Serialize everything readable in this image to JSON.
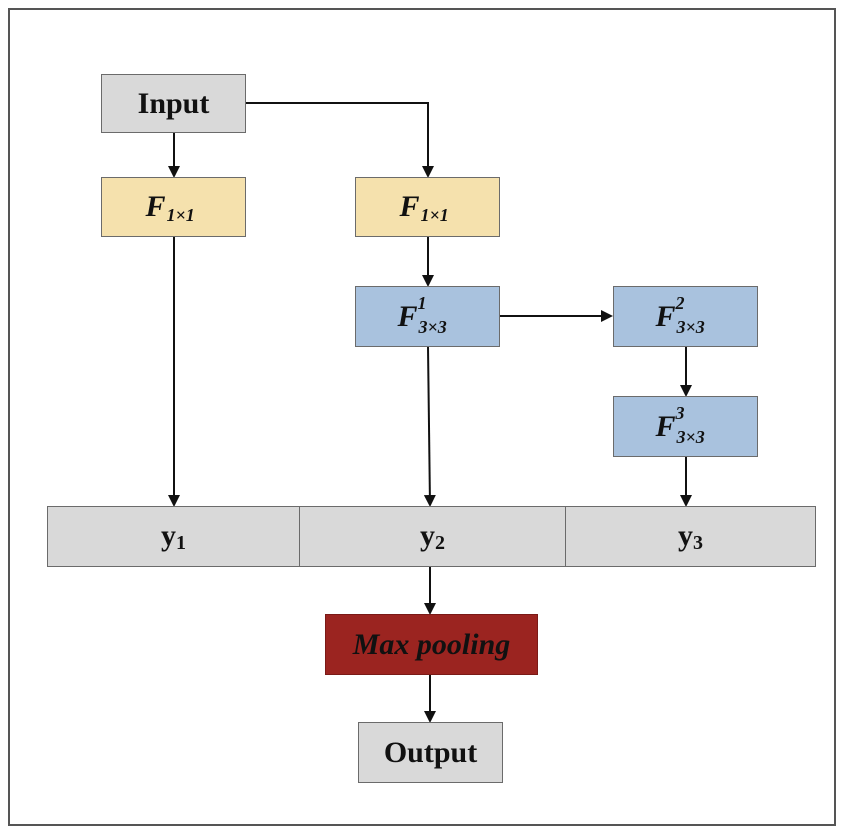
{
  "diagram": {
    "input_label": "Input",
    "branch1": {
      "conv_symbol": "F",
      "conv_subscript": "1×1"
    },
    "branch2": {
      "conv1_symbol": "F",
      "conv1_subscript": "1×1",
      "conv2_symbol": "F",
      "conv2_superscript": "1",
      "conv2_subscript": "3×3"
    },
    "branch3": {
      "conv1_symbol": "F",
      "conv1_superscript": "2",
      "conv1_subscript": "3×3",
      "conv2_symbol": "F",
      "conv2_superscript": "3",
      "conv2_subscript": "3×3"
    },
    "concat": [
      {
        "symbol": "y",
        "index": "1"
      },
      {
        "symbol": "y",
        "index": "2"
      },
      {
        "symbol": "y",
        "index": "3"
      }
    ],
    "pooling_label": "Max pooling",
    "output_label": "Output"
  },
  "colors": {
    "io_box": "#d9d9d9",
    "conv_1x1": "#f5e1ad",
    "conv_3x3": "#a9c2de",
    "pooling": "#9b2420",
    "frame": "#555555"
  }
}
